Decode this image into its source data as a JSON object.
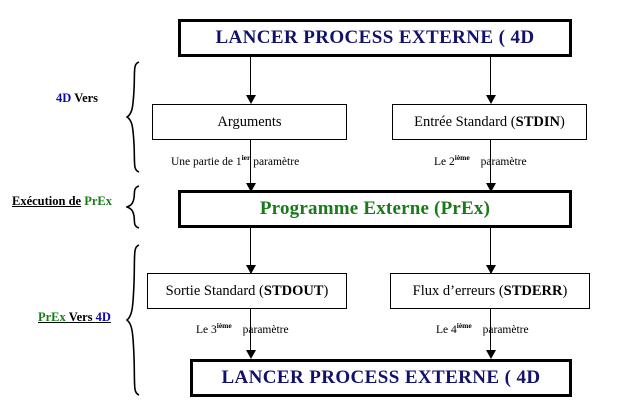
{
  "diagram": {
    "title_top": "LANCER PROCESS EXTERNE ( 4D",
    "title_bottom": "LANCER PROCESS EXTERNE ( 4D",
    "middle_box": "Programme Externe (PrEx)",
    "row_io_top": {
      "left": {
        "prefix": "Arguments",
        "bold": "",
        "suffix": ""
      },
      "right": {
        "prefix": "Entrée Standard (",
        "bold": "STDIN",
        "suffix": ")"
      }
    },
    "row_io_bottom": {
      "left": {
        "prefix": "Sortie Standard (",
        "bold": "STDOUT",
        "suffix": ")"
      },
      "right": {
        "prefix": "Flux d’erreurs (",
        "bold": "STDERR",
        "suffix": ")"
      }
    },
    "captions": [
      {
        "lead": "Une partie  de",
        "number": "1",
        "ordinal": "ier",
        "tail": "paramètre"
      },
      {
        "lead": "Le",
        "number": "2",
        "ordinal": "ième",
        "tail": "paramètre"
      },
      {
        "lead": "Le",
        "number": "3",
        "ordinal": "ième",
        "tail": "paramètre"
      },
      {
        "lead": "Le",
        "number": "4",
        "ordinal": "ième",
        "tail": "paramètre"
      }
    ],
    "side_labels": {
      "top": {
        "part1": "4D",
        "part2": "Vers"
      },
      "middle": {
        "part1": "Exécution de",
        "part2": "PrEx"
      },
      "bottom": {
        "part1": "PrEx",
        "part2": "Vers",
        "part3": "4D"
      }
    }
  },
  "colors": {
    "navy": "#12126b",
    "green": "#1a7a1a",
    "blue": "#0b0ba8",
    "black": "#000000",
    "background": "#ffffff"
  }
}
